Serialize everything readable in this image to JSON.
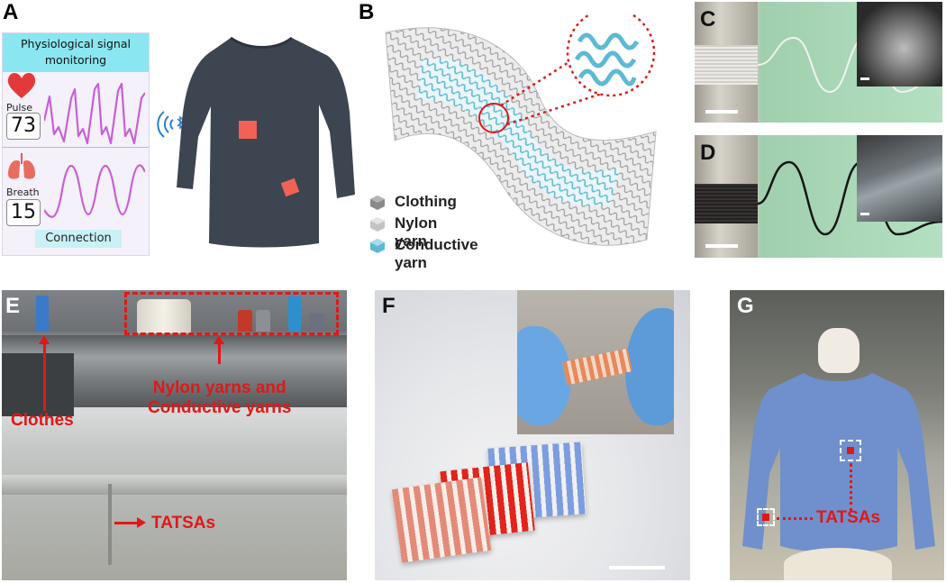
{
  "panels": {
    "a": {
      "label": "A",
      "app_title": "Physiological signal monitoring",
      "pulse_label": "Pulse",
      "pulse_value": "73",
      "breath_label": "Breath",
      "breath_value": "15",
      "connection": "Connection",
      "icons": [
        "heart-icon",
        "lungs-icon",
        "bluetooth-icon"
      ]
    },
    "b": {
      "label": "B",
      "legend": [
        "Clothing",
        "Nylon yarn",
        "Conductive yarn"
      ]
    },
    "c": {
      "label": "C"
    },
    "d": {
      "label": "D"
    },
    "e": {
      "label": "E",
      "annotations": {
        "yarns": "Nylon yarns and\nConductive yarns",
        "clothes": "Clothes",
        "tatsas": "TATSAs"
      }
    },
    "f": {
      "label": "F"
    },
    "g": {
      "label": "G",
      "tatsas": "TATSAs"
    }
  },
  "colors": {
    "accent_red": "#e01818",
    "app_cyan": "#7fe0ec",
    "conductive": "#7cc6dc",
    "waveform": "#c85fd6",
    "shirt": "#3d4550"
  }
}
